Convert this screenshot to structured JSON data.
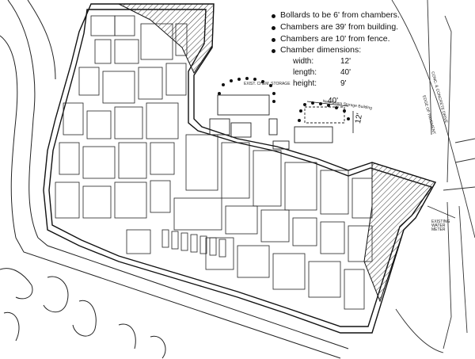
{
  "notes": [
    "Bollards to be 6' from chambers.",
    "Chambers are 39' from building.",
    "Chambers are 10' from fence.",
    "Chamber dimensions:"
  ],
  "dimensions": [
    {
      "label": "width:",
      "value": "12'"
    },
    {
      "label": "length:",
      "value": "40'"
    },
    {
      "label": "height:",
      "value": "9'"
    }
  ],
  "plan_labels": {
    "existing_storage": "EXIST. CHEM. STORAGE",
    "new_building": "New Chem Storage Building",
    "dim_40": "40'",
    "dim_12": "12'",
    "water_meter": "EXISTING WATER METER",
    "road_right": "CONC. & CONCRETE DRIVE",
    "road_right2": "EDGE OF PAVEMENT"
  }
}
